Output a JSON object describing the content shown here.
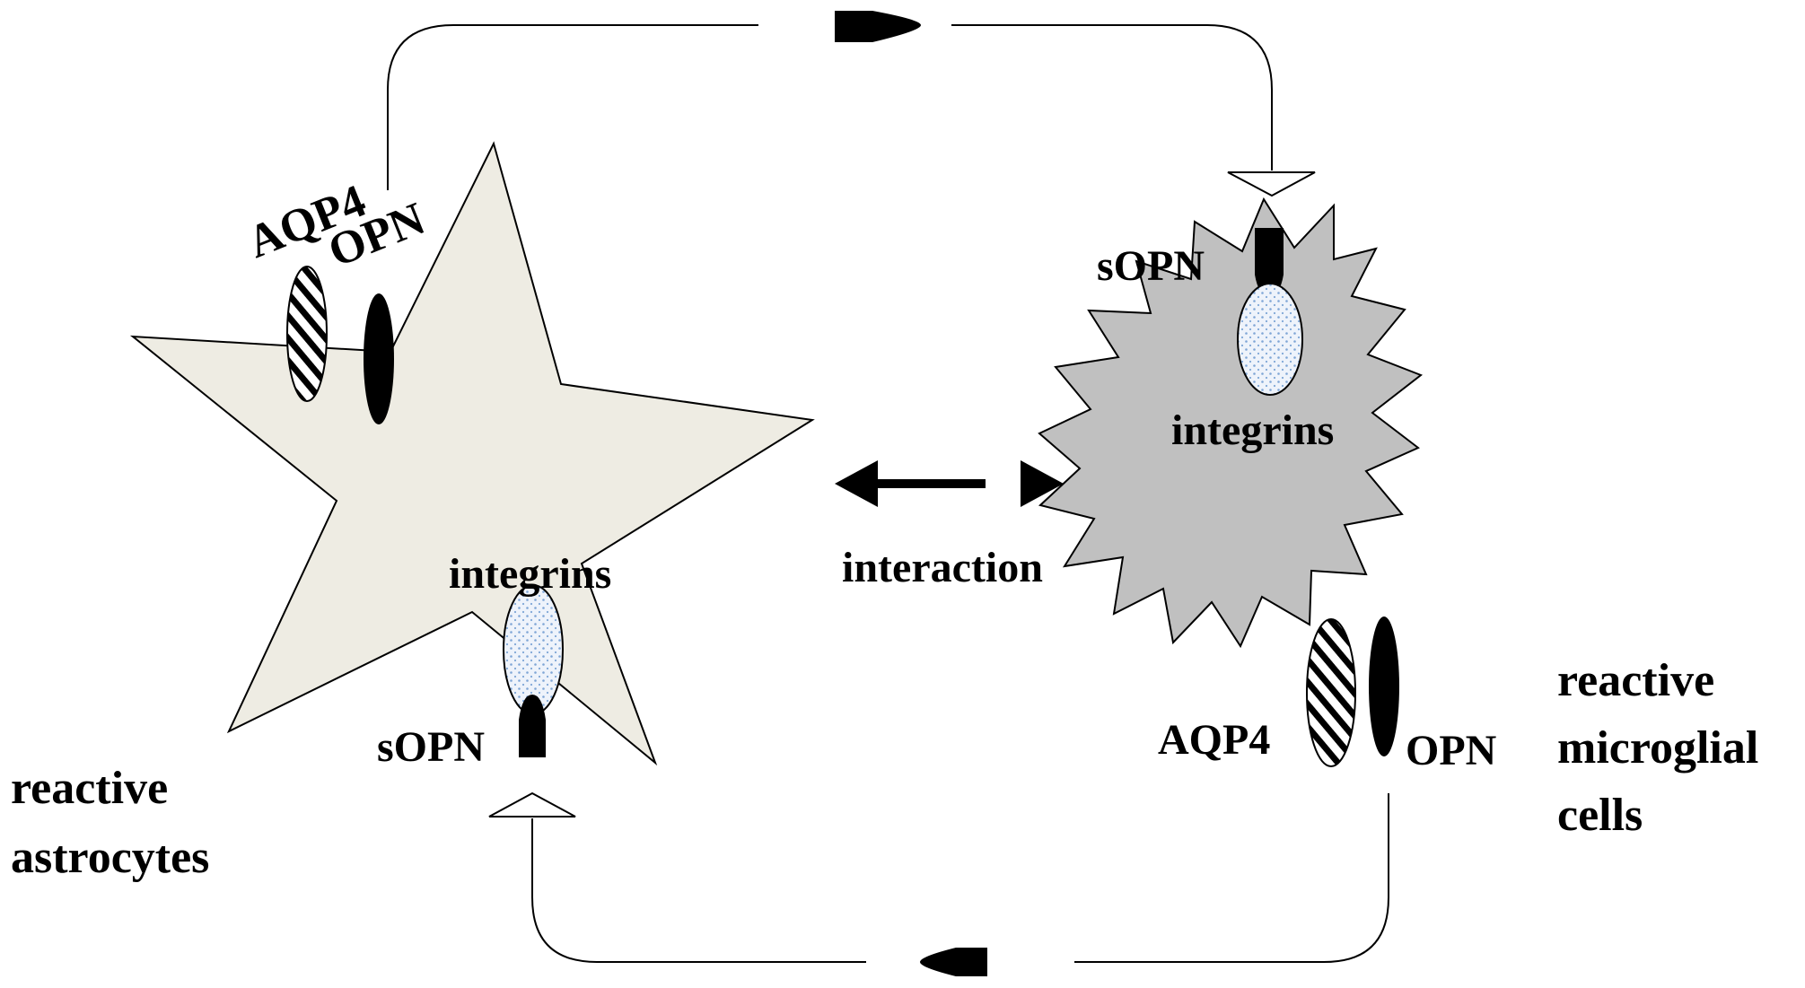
{
  "labels": {
    "astro_aqp4": "AQP4",
    "astro_opn": "OPN",
    "astro_integrins": "integrins",
    "astro_sopn": "sOPN",
    "astro_cell_line1": "reactive",
    "astro_cell_line2": "astrocytes",
    "interaction": "interaction",
    "micro_sopn": "sOPN",
    "micro_integrins": "integrins",
    "micro_aqp4": "AQP4",
    "micro_opn": "OPN",
    "micro_cell_line1": "reactive",
    "micro_cell_line2": "microglial",
    "micro_cell_line3": "cells"
  },
  "colors": {
    "astrocyte_fill": "#eeece3",
    "microglia_fill": "#c0c0c0",
    "integrin_fill": "#eef3fb",
    "integrin_dot": "#7fa6d6",
    "outline": "#000000"
  },
  "icons": {
    "aqp4_channel": "hatched-oval",
    "opn_protein": "black-oval",
    "integrin_receptor": "dotted-oval",
    "sopn_fragment": "black-bullet",
    "flow_arrow": "open-triangle-arrow",
    "interaction_arrow": "double-headed-arrow"
  }
}
